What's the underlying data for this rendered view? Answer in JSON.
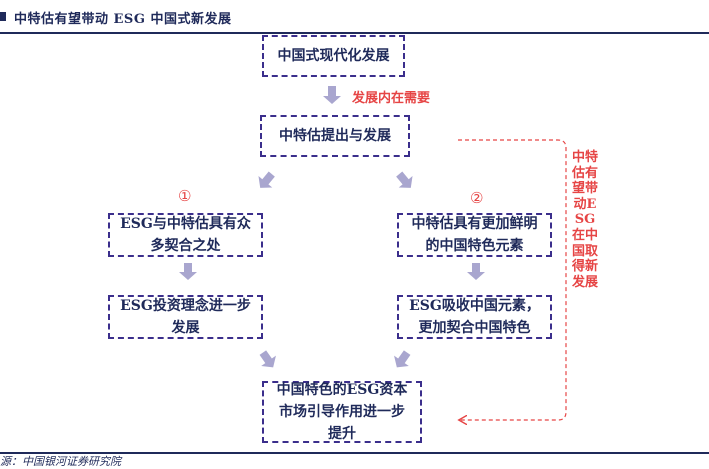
{
  "header": {
    "title": "中特估有望带动 ESG 中国式新发展"
  },
  "boxes": {
    "top": "中国式现代化发展",
    "middle": "中特估提出与发展",
    "left1": [
      "ESG与中特估具有众",
      "多契合之处"
    ],
    "right1": [
      "中特估具有更加鲜明",
      "的中国特色元素"
    ],
    "left2": [
      "ESG投资理念进一步",
      "发展"
    ],
    "right2": [
      "ESG吸收中国元素，",
      "更加契合中国特色"
    ],
    "bottom": [
      "中国特色的ESG资本",
      "市场引导作用进一步",
      "提升"
    ]
  },
  "notes": {
    "internal_need": "发展内在需要",
    "marker_1": "①",
    "marker_2": "②",
    "side": "中特估有望带动ESG在中国取得新发展"
  },
  "footer": {
    "source": "源：中国银河证券研究院"
  },
  "colors": {
    "navy": "#1f2a5a",
    "box_border": "#3b2e8c",
    "accent_red": "#e64545",
    "arrow": "#a9a6cf"
  }
}
